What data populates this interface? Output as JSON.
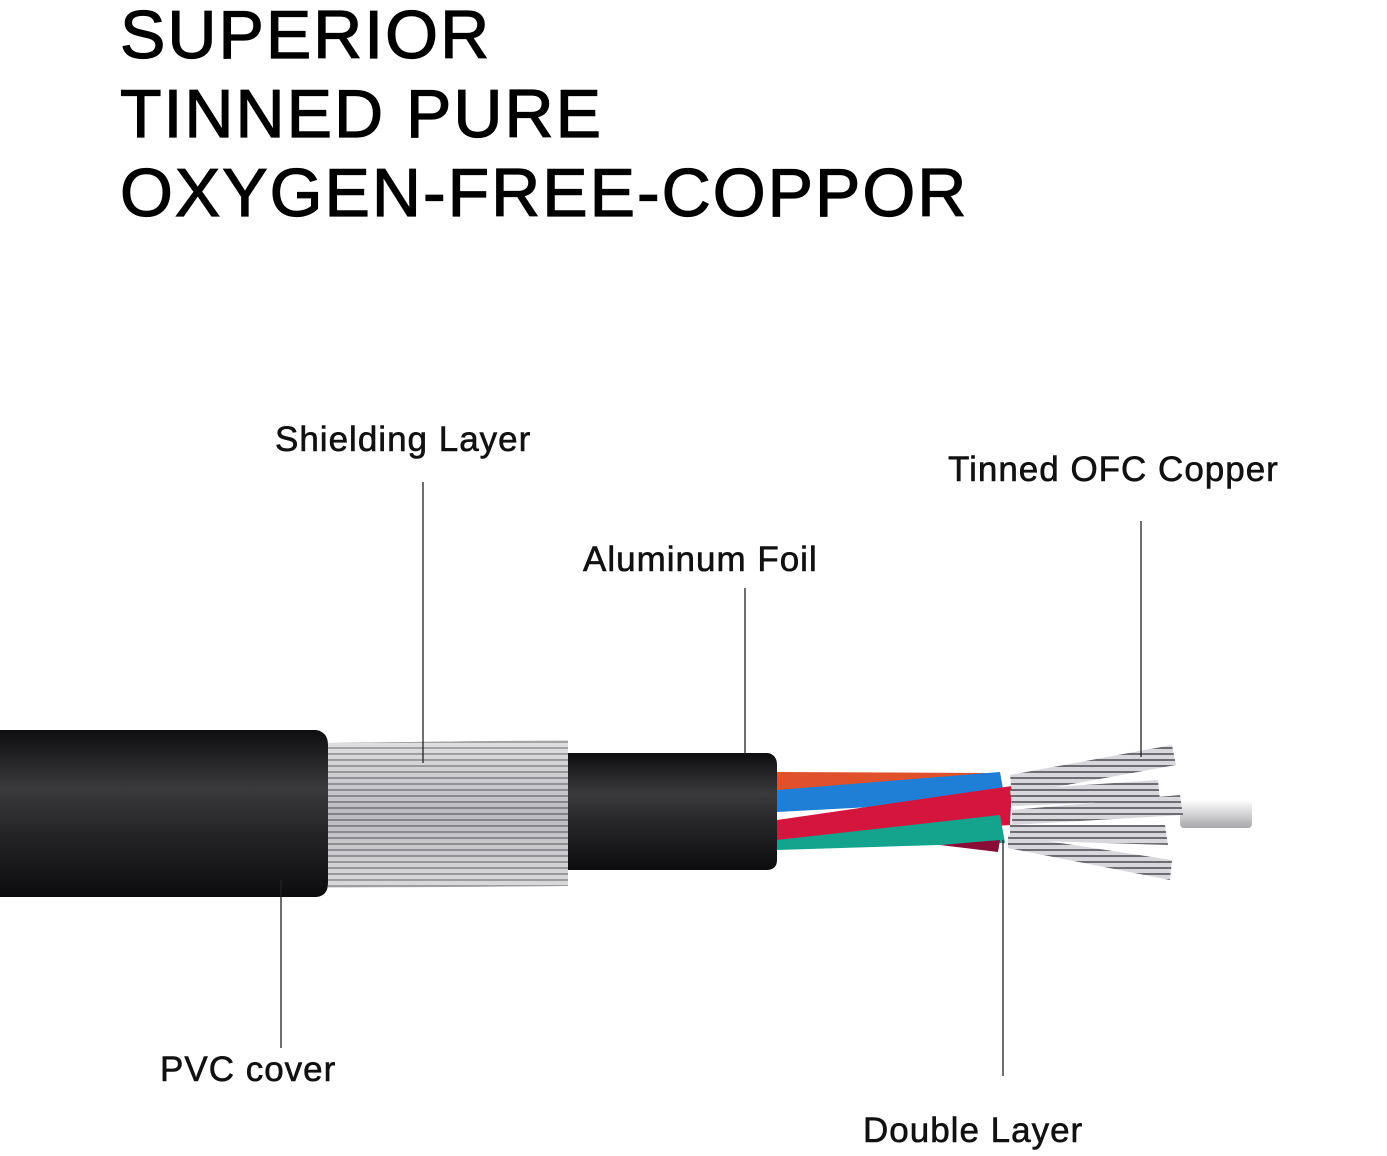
{
  "title": {
    "lines": [
      "SUPERIOR",
      "TINNED PURE",
      "OXYGEN-FREE-COPPOR"
    ]
  },
  "labels": {
    "shielding_layer": "Shielding Layer",
    "aluminum_foil": "Aluminum Foil",
    "tinned_ofc_copper": "Tinned OFC Copper",
    "pvc_cover": "PVC cover",
    "double_layer": "Double Layer"
  },
  "colors": {
    "jacket": "#1e1e20",
    "wire_orange": "#e0502a",
    "wire_blue": "#1f7fd6",
    "wire_red": "#d4163f",
    "wire_teal": "#14a48e",
    "strand": "#b8b8bc"
  }
}
